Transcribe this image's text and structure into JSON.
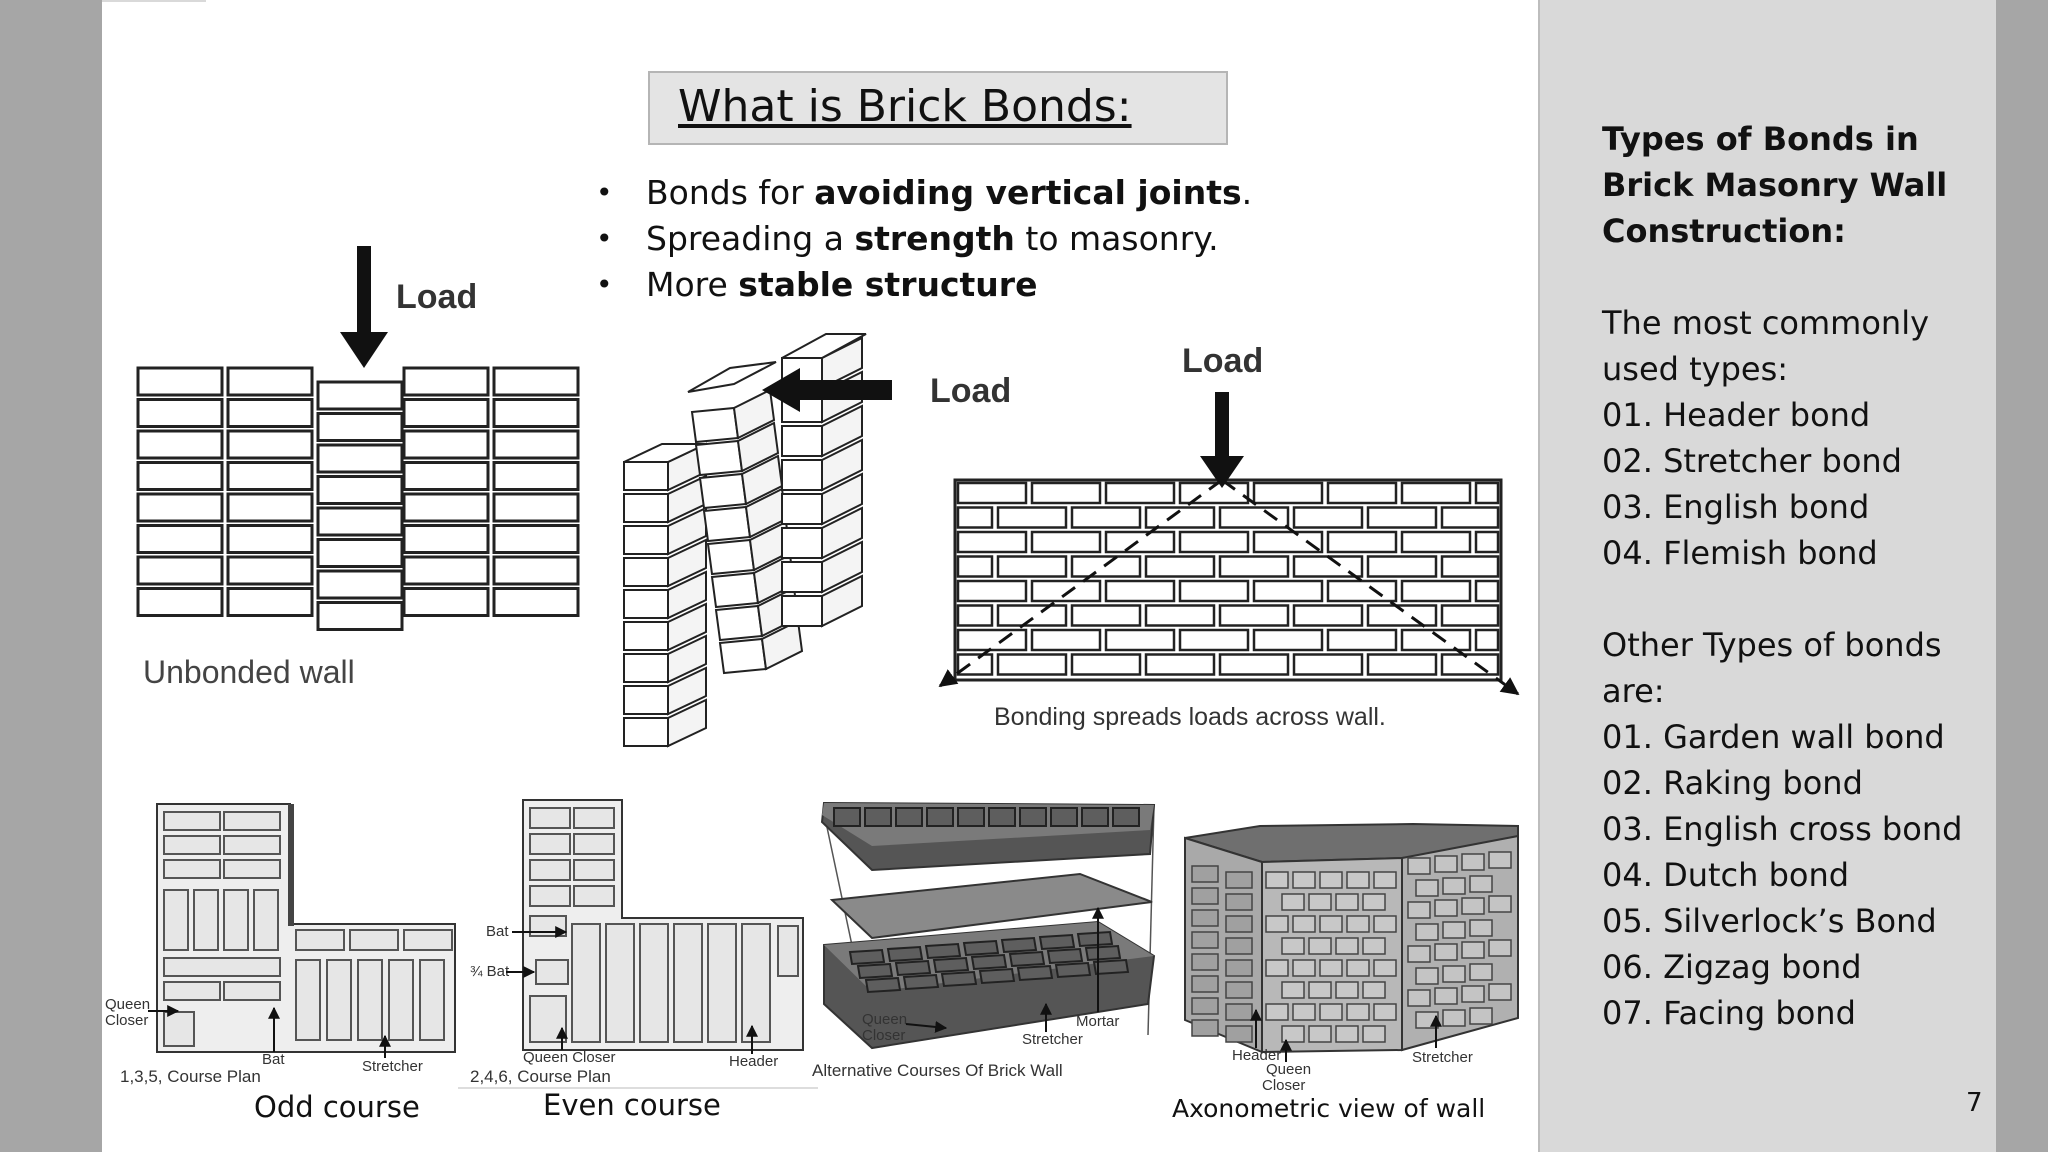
{
  "slide": {
    "title": "What is Brick Bonds:",
    "bullets": [
      {
        "pre": "Bonds for ",
        "bold": "avoiding vertical joints",
        "post": "."
      },
      {
        "pre": "Spreading a ",
        "bold": "strength",
        "post": " to masonry."
      },
      {
        "pre": "More ",
        "bold": "stable structure",
        "post": ""
      }
    ],
    "page_number": "7"
  },
  "figures": {
    "unbonded": {
      "load_label": "Load",
      "caption": "Unbonded wall"
    },
    "tilted": {
      "load_label": "Load"
    },
    "bonded": {
      "load_label": "Load",
      "caption": "Bonding spreads loads across wall."
    },
    "odd_course": {
      "label_queen_closer": "Queen\nCloser",
      "label_bat": "Bat",
      "label_stretcher": "Stretcher",
      "plan_caption": "1,3,5, Course Plan",
      "caption": "Odd course"
    },
    "even_course": {
      "label_bat": "Bat",
      "label_three_quarter_bat": "¾ Bat",
      "label_queen_closer": "Queen Closer",
      "label_header": "Header",
      "plan_caption": "2,4,6, Course Plan",
      "caption": "Even course"
    },
    "alternative": {
      "label_queen_closer": "Queen\nCloser",
      "label_stretcher": "Stretcher",
      "label_mortar": "Mortar",
      "caption": "Alternative Courses Of Brick Wall"
    },
    "axonometric": {
      "label_header": "Header",
      "label_queen_closer": "Queen\nCloser",
      "label_stretcher": "Stretcher",
      "caption": "Axonometric view of wall"
    }
  },
  "sidebar": {
    "title": "Types of Bonds in Brick Masonry Wall Construction:",
    "common_intro": "The most commonly used types:",
    "common_types": [
      "01. Header  bond",
      "02. Stretcher bond",
      "03. English bond",
      "04. Flemish bond"
    ],
    "other_intro": "Other Types of bonds are:",
    "other_types": [
      "01. Garden wall bond",
      "02. Raking bond",
      "03. English cross bond",
      "04. Dutch bond",
      "05. Silverlock’s Bond",
      "06. Zigzag bond",
      "07. Facing bond"
    ]
  },
  "colors": {
    "page_bg": "#a6a6a6",
    "slide_bg": "#ffffff",
    "sidebar_bg": "#d9d9d9",
    "title_box_bg": "#e4e4e4"
  }
}
